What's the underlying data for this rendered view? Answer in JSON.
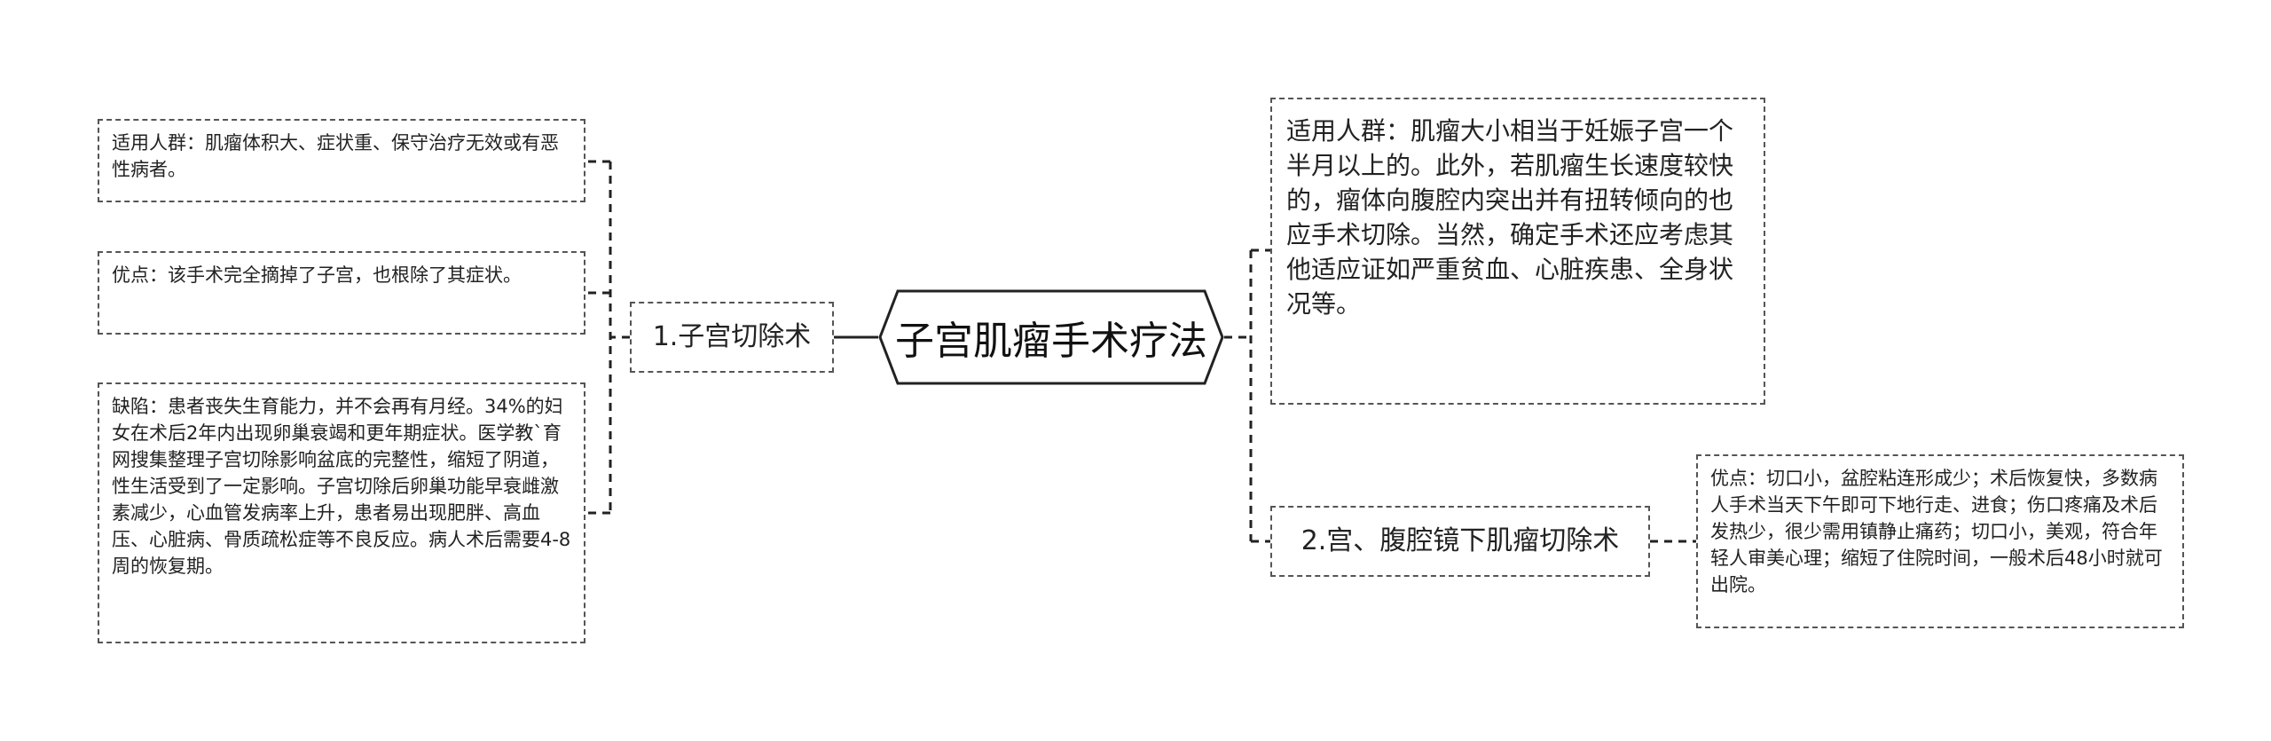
{
  "root": {
    "label": "子宫肌瘤手术疗法"
  },
  "left": {
    "branch_label": "1.子宫切除术",
    "leaves": [
      {
        "text": "适用人群：肌瘤体积大、症状重、保守治疗无效或有恶性病者。"
      },
      {
        "text": "优点：该手术完全摘掉了子宫，也根除了其症状。"
      },
      {
        "text": "缺陷：患者丧失生育能力，并不会再有月经。34%的妇女在术后2年内出现卵巢衰竭和更年期症状。医学教`育网搜集整理子宫切除影响盆底的完整性，缩短了阴道，性生活受到了一定影响。子宫切除后卵巢功能早衰雌激素减少，心血管发病率上升，患者易出现肥胖、高血压、心脏病、骨质疏松症等不良反应。病人术后需要4-8周的恢复期。"
      }
    ]
  },
  "right": {
    "top_text": "适用人群：肌瘤大小相当于妊娠子宫一个半月以上的。此外，若肌瘤生长速度较快的，瘤体向腹腔内突出并有扭转倾向的也应手术切除。当然，确定手术还应考虑其他适应证如严重贫血、心脏疾患、全身状况等。",
    "branch_label": "2.宫、腹腔镜下肌瘤切除术",
    "leaf_text": "优点：切口小，盆腔粘连形成少；术后恢复快，多数病人手术当天下午即可下地行走、进食；伤口疼痛及术后发热少，很少需用镇静止痛药；切口小，美观，符合年轻人审美心理；缩短了住院时间，一般术后48小时就可出院。"
  }
}
